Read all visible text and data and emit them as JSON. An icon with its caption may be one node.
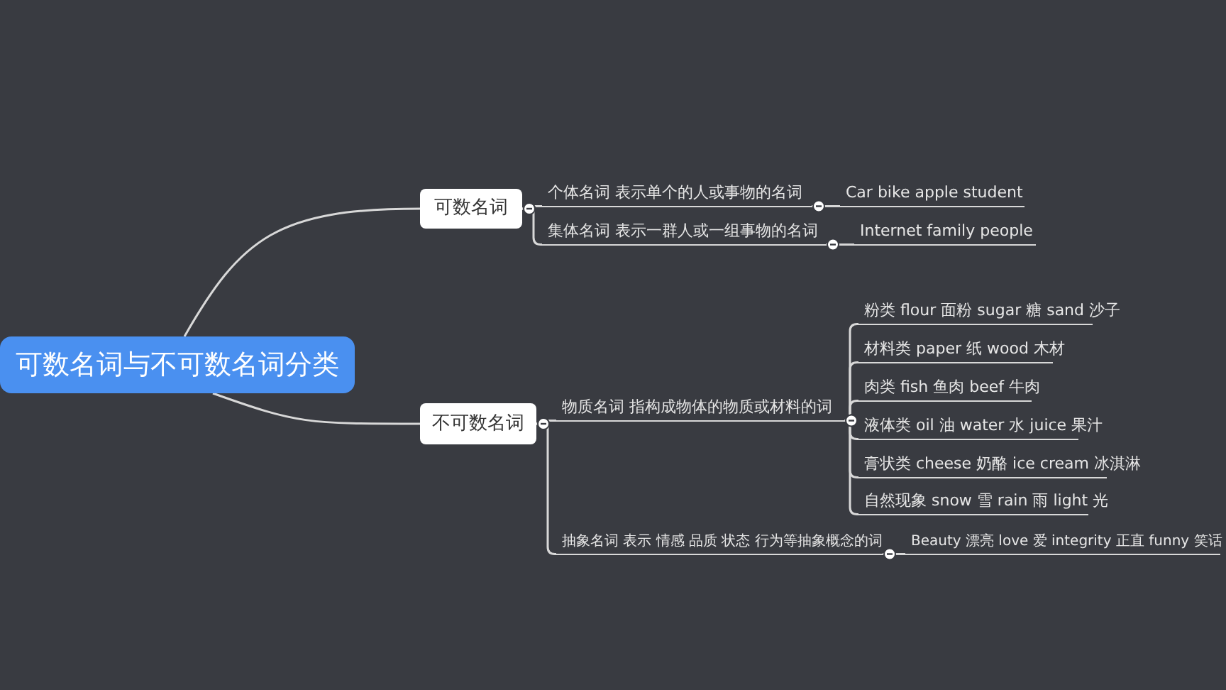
{
  "diagram": {
    "nodes": [
      {
        "text": [
          "可数名词与不可数名词分类"
        ]
      },
      {
        "text": [
          "可数名词"
        ]
      },
      {
        "text": [
          "不可数名词"
        ]
      },
      {
        "text": [
          "个体名词 表示单个的人或事物的名词"
        ]
      },
      {
        "text": [
          "集体名词 表示一群人或一组事物的名词"
        ]
      },
      {
        "text": [
          "Car  bike  apple  student"
        ]
      },
      {
        "text": [
          "Internet  family  people"
        ]
      },
      {
        "text": [
          "物质名词 指构成物体的物质或材料的词"
        ]
      },
      {
        "text": [
          "粉类 flour 面粉 sugar 糖 sand 沙子"
        ]
      },
      {
        "text": [
          "材料类 paper 纸 wood 木材"
        ]
      },
      {
        "text": [
          "肉类  fish 鱼肉 beef 牛肉"
        ]
      },
      {
        "text": [
          "液体类 oil 油 water 水 juice 果汁"
        ]
      },
      {
        "text": [
          "膏状类 cheese 奶酪 ice cream 冰淇淋"
        ]
      },
      {
        "text": [
          "自然现象 snow 雪 rain 雨 light 光"
        ]
      },
      {
        "text": [
          "抽象名词 表示 情感 品质 状态 行为等抽象概念的词"
        ]
      },
      {
        "text": [
          "Beauty 漂亮 love 爱 integrity 正直 funny 笑话"
        ]
      }
    ],
    "edges": [
      {
        "from": 0,
        "to": 1,
        "arrow": "none"
      },
      {
        "from": 0,
        "to": 2,
        "arrow": "none"
      },
      {
        "from": 1,
        "to": 3,
        "arrow": "other"
      },
      {
        "from": 1,
        "to": 4,
        "arrow": "other"
      },
      {
        "from": 3,
        "to": 5,
        "arrow": "other"
      },
      {
        "from": 4,
        "to": 6,
        "arrow": "other"
      },
      {
        "from": 2,
        "to": 7,
        "arrow": "other"
      },
      {
        "from": 2,
        "to": 14,
        "arrow": "other"
      },
      {
        "from": 7,
        "to": 8,
        "arrow": "other"
      },
      {
        "from": 7,
        "to": 9,
        "arrow": "other"
      },
      {
        "from": 7,
        "to": 10,
        "arrow": "other"
      },
      {
        "from": 7,
        "to": 11,
        "arrow": "other"
      },
      {
        "from": 7,
        "to": 12,
        "arrow": "other"
      },
      {
        "from": 7,
        "to": 13,
        "arrow": "other"
      },
      {
        "from": 14,
        "to": 15,
        "arrow": "other"
      }
    ]
  }
}
